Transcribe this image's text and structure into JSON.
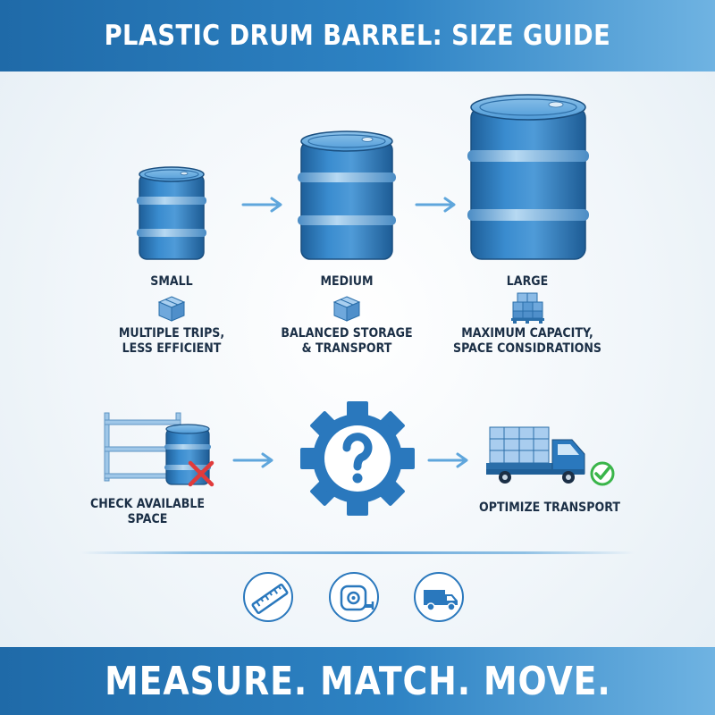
{
  "header": {
    "title": "PLASTIC DRUM BARREL: SIZE GUIDE"
  },
  "sizes": [
    {
      "label": "SMALL",
      "icon": "single-box-icon",
      "description": [
        "MULTIPLE TRIPS,",
        "LESS EFFICIENT"
      ]
    },
    {
      "label": "MEDIUM",
      "icon": "box-icon",
      "description": [
        "BALANCED STORAGE",
        "& TRANSPORT"
      ]
    },
    {
      "label": "LARGE",
      "icon": "pallet-boxes-icon",
      "description": [
        "MAXIMUM CAPACITY,",
        "SPACE CONSIDRATIONS"
      ]
    }
  ],
  "steps": [
    {
      "icon": "shelf-barrel-icon",
      "label": [
        "CHECK AVAILABLE",
        "SPACE"
      ]
    },
    {
      "icon": "gear-question-icon"
    },
    {
      "icon": "truck-check-icon",
      "label": [
        "OPTIMIZE TRANSPORT"
      ]
    }
  ],
  "bottom_icons": [
    "ruler-icon",
    "tape-measure-icon",
    "truck-icon"
  ],
  "footer": {
    "tagline": "MEASURE. MATCH. MOVE."
  },
  "colors": {
    "banner": "#1f6aa8",
    "barrel": "#2a78bd",
    "barrel_light": "#5ea6dc",
    "arrow": "#5fa6dc",
    "cross": "#e03b3b",
    "check": "#3ab54a"
  }
}
